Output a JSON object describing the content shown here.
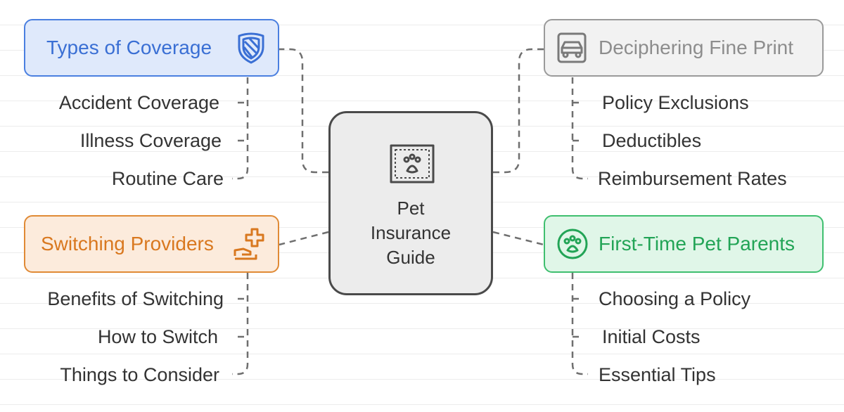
{
  "center": {
    "line1": "Pet",
    "line2": "Insurance",
    "line3": "Guide",
    "icon": "paw-certificate-icon"
  },
  "branches": {
    "coverage": {
      "title": "Types of Coverage",
      "icon": "shield-icon",
      "color": "#4a7fe0",
      "fill": "#dfe9fb",
      "items": [
        "Accident Coverage",
        "Illness Coverage",
        "Routine Care"
      ]
    },
    "fine_print": {
      "title": "Deciphering Fine Print",
      "icon": "car-icon",
      "color": "#9a9a9a",
      "fill": "#f2f2f2",
      "items": [
        "Policy Exclusions",
        "Deductibles",
        "Reimbursement Rates"
      ]
    },
    "switching": {
      "title": "Switching Providers",
      "icon": "hand-plus-icon",
      "color": "#e08a35",
      "fill": "#fcebdc",
      "items": [
        "Benefits of Switching",
        "How to Switch",
        "Things to Consider"
      ]
    },
    "first_time": {
      "title": "First-Time Pet Parents",
      "icon": "paw-icon",
      "color": "#3fbf6f",
      "fill": "#e0f6e8",
      "items": [
        "Choosing a Policy",
        "Initial Costs",
        "Essential Tips"
      ]
    }
  }
}
